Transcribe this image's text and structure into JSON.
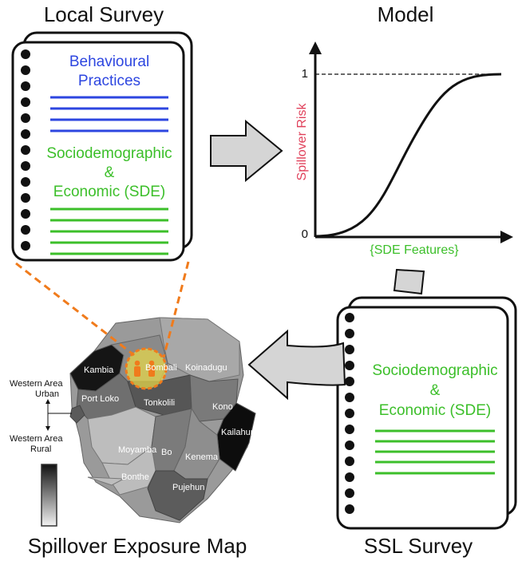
{
  "titles": {
    "local_survey": "Local Survey",
    "model": "Model",
    "spillover_map": "Spillover Exposure Map",
    "ssl_survey": "SSL Survey"
  },
  "local_notebook": {
    "section1": [
      "Behavioural",
      "Practices"
    ],
    "section2": [
      "Sociodemographic",
      "&",
      "Economic (SDE)"
    ]
  },
  "ssl_notebook": {
    "section": [
      "Sociodemographic",
      "&",
      "Economic (SDE)"
    ]
  },
  "model": {
    "ylabel": "Spillover Risk",
    "xlabel": "{SDE Features}",
    "y_top_tick": "1",
    "y_bottom_tick": "0"
  },
  "map": {
    "districts": [
      "Kambia",
      "Bombali",
      "Koinadugu",
      "Port Loko",
      "Tonkolili",
      "Kono",
      "Kailahun",
      "Moyamba",
      "Bo",
      "Kenema",
      "Bonthe",
      "Pujehun"
    ],
    "western_area_urban": [
      "Western Area",
      "Urban"
    ],
    "western_area_rural": [
      "Western Area",
      "Rural"
    ]
  },
  "colors": {
    "blue": "#2d46e0",
    "green": "#3cbf2a",
    "red_label": "#e0405a",
    "highlight_orange": "#f07b1c",
    "highlight_yellow": "#e9d94a"
  }
}
